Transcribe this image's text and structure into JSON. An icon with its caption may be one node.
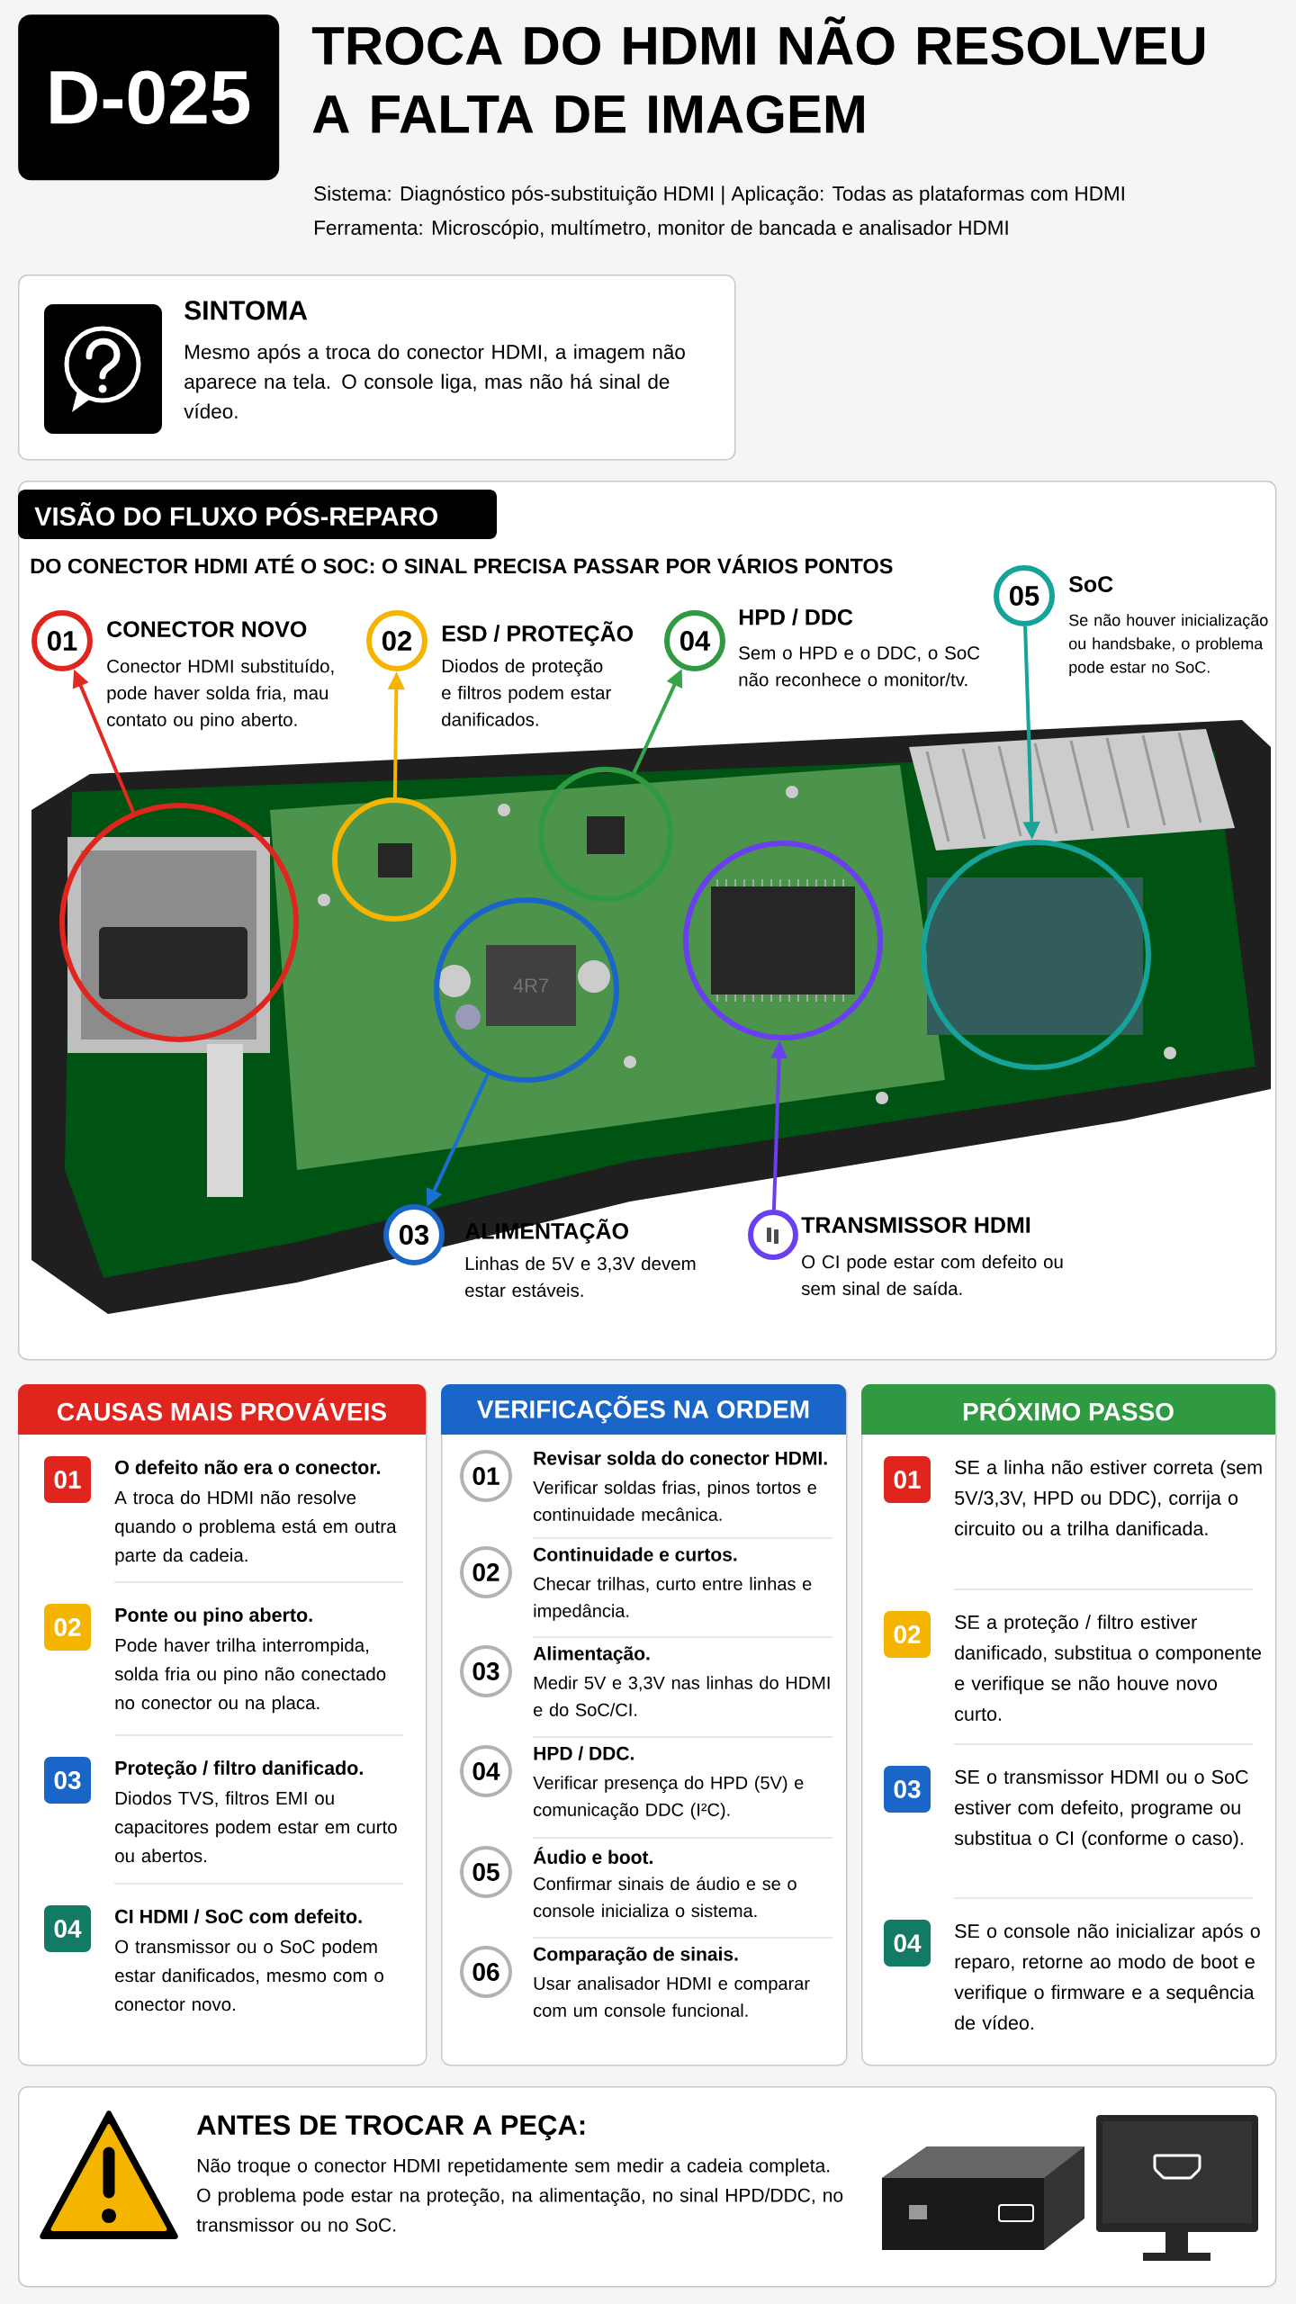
{
  "diagram": {
    "title": "TROCA DO HDMI NÃO RESOLVEU A FALTA DE IMAGEM",
    "nodes": [
      {
        "text": [
          "D-025"
        ]
      },
      {
        "text": [
          "SINTOMA",
          "Mesmo após a troca do conector HDMI, a imagem não aparece na tela. O console liga, mas não há sinal de vídeo."
        ]
      },
      {
        "text": [
          "VISÃO DO FLUXO PÓS-REPARO",
          "DO CONECTOR HDMI ATÉ O SOC: O SINAL PRECISA PASSAR POR VÁRIOS PONTOS"
        ]
      },
      {
        "text": [
          "01"
        ],
        "beside": [
          "CONECTOR NOVO",
          "Conector HDMI substituído, pode haver solda fria, mau contato ou pino aberto."
        ],
        "in": 2
      },
      {
        "text": [
          "02"
        ],
        "beside": [
          "ESD / PROTEÇÃO",
          "Diodos de proteção e filtros podem estar danificados."
        ],
        "in": 2
      },
      {
        "text": [
          "04"
        ],
        "beside": [
          "HPD / DDC",
          "Sem o HPD e o DDC, o SoC não reconhece o monitor/tv."
        ],
        "in": 2
      },
      {
        "text": [
          "05"
        ],
        "beside": [
          "SoC",
          "Se não houver inicialização ou handsbake, o problema pode estar no SoC."
        ],
        "in": 2
      },
      {
        "text": [],
        "shape": "circle",
        "in": 2
      },
      {
        "text": [],
        "shape": "circle",
        "in": 2
      },
      {
        "text": [],
        "shape": "circle",
        "in": 2
      },
      {
        "text": [],
        "shape": "circle",
        "in": 2
      },
      {
        "text": [],
        "shape": "circle",
        "in": 2
      },
      {
        "text": [],
        "shape": "circle",
        "in": 2
      },
      {
        "text": [
          "03"
        ],
        "beside": [
          "ALIMENTAÇÃO",
          "Linhas de 5V e 3,3V devem estar estáveis."
        ],
        "in": 2
      },
      {
        "text": [],
        "shape": "circle",
        "beside": [
          "TRANSMISSOR HDMI",
          "O CI pode estar com defeito ou sem sinal de saída."
        ],
        "in": 2
      },
      {
        "text": [
          "CAUSAS MAIS PROVÁVEIS"
        ]
      },
      {
        "text": [
          "01"
        ],
        "beside": [
          "O defeito não era o conector.",
          "A troca do HDMI não resolve quando o problema está em outra parte da cadeia."
        ],
        "in": 15
      },
      {
        "text": [
          "02"
        ],
        "beside": [
          "Ponte ou pino aberto.",
          "Pode haver trilha interrompida, solda fria ou pino não conectado no conector ou na placa."
        ],
        "in": 15
      },
      {
        "text": [
          "03"
        ],
        "beside": [
          "Proteção / filtro danificado.",
          "Diodos TVS, filtros EMI ou capacitores podem estar em curto ou abertos."
        ],
        "in": 15
      },
      {
        "text": [
          "04"
        ],
        "beside": [
          "CI HDMI / SoC com defeito.",
          "O transmissor ou o SoC podem estar danificados, mesmo com o conector novo."
        ],
        "in": 15
      },
      {
        "text": [
          "VERIFICAÇÕES NA ORDEM"
        ]
      },
      {
        "text": [
          "01"
        ],
        "beside": [
          "Revisar solda do conector HDMI.",
          "Verificar soldas frias, pinos tortos e continuidade mecânica."
        ],
        "in": 20
      },
      {
        "text": [
          "02"
        ],
        "beside": [
          "Continuidade e curtos.",
          "Checar trilhas, curto entre linhas e impedância."
        ],
        "in": 20
      },
      {
        "text": [
          "03"
        ],
        "beside": [
          "Alimentação.",
          "Medir 5V e 3,3V nas linhas do HDMI e do SoC/CI."
        ],
        "in": 20
      },
      {
        "text": [
          "04"
        ],
        "beside": [
          "HPD / DDC.",
          "Verificar presença do HPD (5V) e comunicação DDC (I²C)."
        ],
        "in": 20
      },
      {
        "text": [
          "05"
        ],
        "beside": [
          "Áudio e boot.",
          "Confirmar sinais de áudio e se o console inicializa o sistema."
        ],
        "in": 20
      },
      {
        "text": [
          "06"
        ],
        "beside": [
          "Comparação de sinais.",
          "Usar analisador HDMI e comparar com um console funcional."
        ],
        "in": 20
      },
      {
        "text": [
          "PRÓXIMO PASSO"
        ]
      },
      {
        "text": [
          "01"
        ],
        "beside": [
          "SE a linha não estiver correta (sem 5V/3,3V, HPD ou DDC), corrija o circuito ou a trilha danificada."
        ],
        "in": 27
      },
      {
        "text": [
          "02"
        ],
        "beside": [
          "SE a proteção / filtro estiver danificado, substitua o componente e verifique se não houve novo curto."
        ],
        "in": 27
      },
      {
        "text": [
          "03"
        ],
        "beside": [
          "SE o transmissor HDMI ou o SoC estiver com defeito, programe ou substitua o CI (conforme o caso)."
        ],
        "in": 27
      },
      {
        "text": [
          "04"
        ],
        "beside": [
          "SE o console não inicializar após o reparo, retorne ao modo de boot e verifique o firmware e a sequência de vídeo."
        ],
        "in": 27
      },
      {
        "text": [
          "ANTES DE TROCAR A PEÇA:",
          "Não troque o conector HDMI repetidamente sem medir a cadeia completa. O problema pode estar na proteção, na alimentação, no sinal HPD/DDC, no transmissor ou no SoC."
        ]
      }
    ],
    "edges": [
      {
        "from": 7,
        "to": 3,
        "arrow": "to",
        "color": "#e32a22"
      },
      {
        "from": 8,
        "to": 4,
        "arrow": "to",
        "color": "#f5b400"
      },
      {
        "from": 10,
        "to": 5,
        "arrow": "to",
        "color": "#35a548"
      },
      {
        "from": 6,
        "to": 12,
        "arrow": "to",
        "color": "#15a39a"
      },
      {
        "from": 9,
        "to": 13,
        "arrow": "to",
        "color": "#1a6fd0"
      },
      {
        "from": 14,
        "to": 11,
        "arrow": "to",
        "color": "#6a3ff0"
      }
    ],
    "labels": [
      "Sistema: Diagnóstico pós-substituição HDMI | Aplicação: Todas as plataformas com HDMI",
      "Ferramenta: Microscópio, multímetro, monitor de bancada e analisador HDMI",
      "4R7"
    ]
  }
}
